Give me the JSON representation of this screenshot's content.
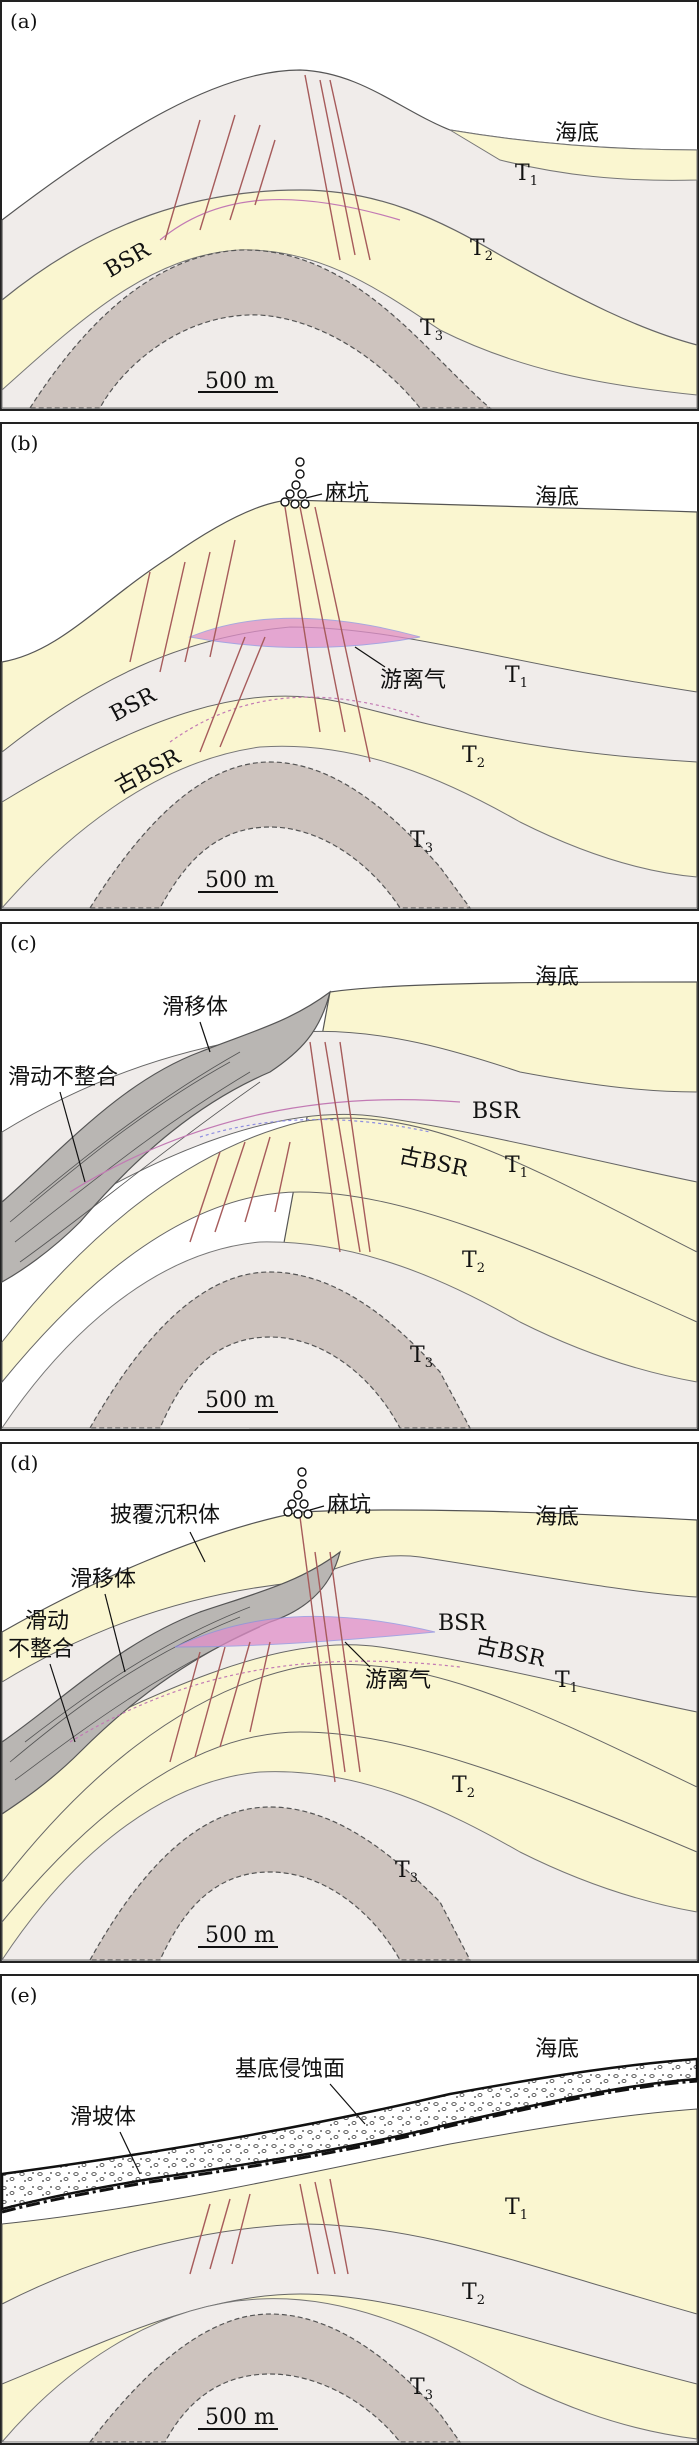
{
  "colors": {
    "frame": "#222222",
    "yellow_layer": "#faf6d0",
    "light_layer": "#f0ecea",
    "dark_layer": "#cdc3be",
    "slide_gray": "#b9b6b3",
    "gas_pink": "#e08fc9",
    "fault_red": "#a65b5b",
    "bsr_line": "#c27ab4",
    "old_bsr_line": "#8e8ee0"
  },
  "panels": [
    {
      "id": "a",
      "panel_label": "(a)",
      "labels": {
        "seafloor": "海底",
        "t1": "T",
        "t1_sub": "1",
        "t2": "T",
        "t2_sub": "2",
        "t3": "T",
        "t3_sub": "3",
        "bsr": "BSR"
      },
      "scale": "500 m"
    },
    {
      "id": "b",
      "panel_label": "(b)",
      "labels": {
        "seafloor": "海底",
        "pockmark": "麻坑",
        "free_gas": "游离气",
        "bsr": "BSR",
        "old_bsr": "古BSR",
        "t1": "T",
        "t1_sub": "1",
        "t2": "T",
        "t2_sub": "2",
        "t3": "T",
        "t3_sub": "3"
      },
      "scale": "500 m"
    },
    {
      "id": "c",
      "panel_label": "(c)",
      "labels": {
        "seafloor": "海底",
        "slide_body": "滑移体",
        "slide_unconformity": "滑动不整合",
        "bsr": "BSR",
        "old_bsr": "古BSR",
        "t1": "T",
        "t1_sub": "1",
        "t2": "T",
        "t2_sub": "2",
        "t3": "T",
        "t3_sub": "3"
      },
      "scale": "500 m"
    },
    {
      "id": "d",
      "panel_label": "(d)",
      "labels": {
        "seafloor": "海底",
        "pockmark": "麻坑",
        "drape": "披覆沉积体",
        "slide_body": "滑移体",
        "slide_unconformity_1": "滑动",
        "slide_unconformity_2": "不整合",
        "bsr": "BSR",
        "old_bsr": "古BSR",
        "free_gas": "游离气",
        "t1": "T",
        "t1_sub": "1",
        "t2": "T",
        "t2_sub": "2",
        "t3": "T",
        "t3_sub": "3"
      },
      "scale": "500 m"
    },
    {
      "id": "e",
      "panel_label": "(e)",
      "labels": {
        "seafloor": "海底",
        "basal_erosion": "基底侵蚀面",
        "slump": "滑坡体",
        "t1": "T",
        "t1_sub": "1",
        "t2": "T",
        "t2_sub": "2",
        "t3": "T",
        "t3_sub": "3"
      },
      "scale": "500 m"
    }
  ]
}
